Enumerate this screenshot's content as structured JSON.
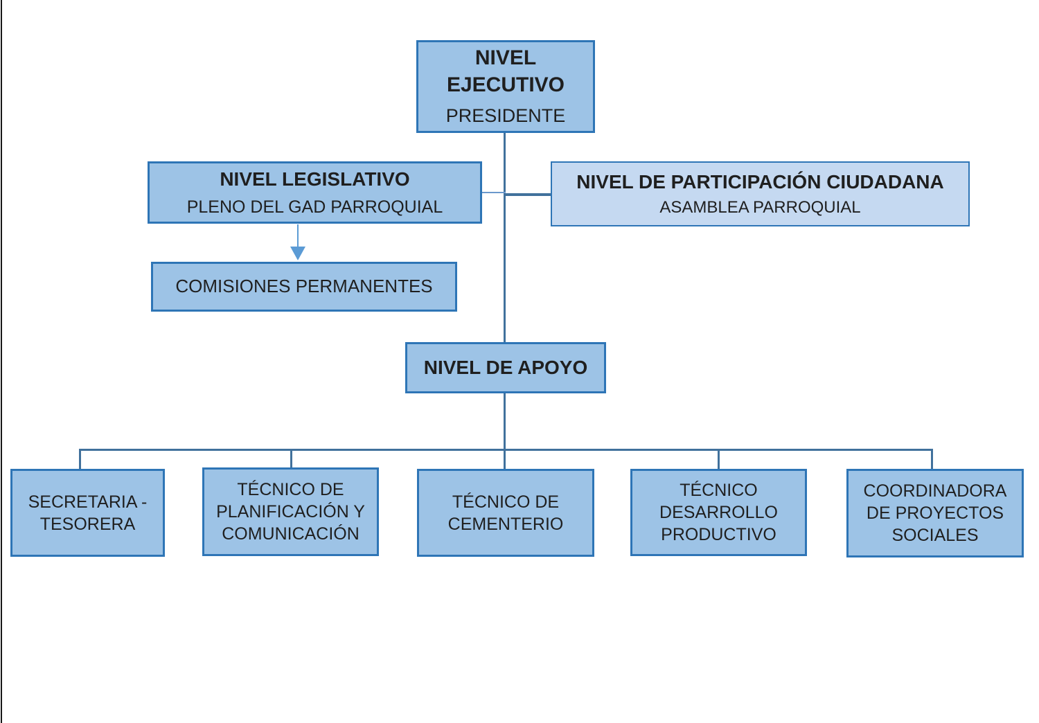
{
  "colors": {
    "box_fill": "#9DC3E6",
    "box_fill_light": "#C5D9F1",
    "box_border": "#2E75B6",
    "connector": "#41719C",
    "connector_light": "#6A98CC",
    "arrow": "#5B9BD5",
    "text": "#1F1F1F",
    "page_bg": "#FFFFFF",
    "page_edge": "#161616"
  },
  "chart_data": {
    "type": "org-chart",
    "edges": [
      [
        "NIVEL EJECUTIVO",
        "NIVEL LEGISLATIVO"
      ],
      [
        "NIVEL EJECUTIVO",
        "NIVEL DE PARTICIPACIÓN CIUDADANA"
      ],
      [
        "NIVEL LEGISLATIVO",
        "COMISIONES PERMANENTES"
      ],
      [
        "NIVEL EJECUTIVO",
        "NIVEL DE APOYO"
      ],
      [
        "NIVEL DE APOYO",
        "SECRETARIA - TESORERA"
      ],
      [
        "NIVEL DE APOYO",
        "TÉCNICO DE PLANIFICACIÓN Y COMUNICACIÓN"
      ],
      [
        "NIVEL DE APOYO",
        "TÉCNICO DE CEMENTERIO"
      ],
      [
        "NIVEL DE APOYO",
        "TÉCNICO DESARROLLO PRODUCTIVO"
      ],
      [
        "NIVEL DE APOYO",
        "COORDINADORA DE PROYECTOS SOCIALES"
      ]
    ]
  },
  "nodes": {
    "ejecutivo": {
      "title": "NIVEL\nEJECUTIVO",
      "subtitle": "PRESIDENTE"
    },
    "legislativo": {
      "title": "NIVEL LEGISLATIVO",
      "subtitle": "PLENO DEL GAD PARROQUIAL"
    },
    "participacion": {
      "title": "NIVEL DE PARTICIPACIÓN CIUDADANA",
      "subtitle": "ASAMBLEA PARROQUIAL"
    },
    "comisiones": {
      "title": "COMISIONES PERMANENTES"
    },
    "apoyo": {
      "title": "NIVEL DE APOYO"
    },
    "secretaria": {
      "title": "SECRETARIA -\nTESORERA"
    },
    "planificacion": {
      "title": "TÉCNICO DE\nPLANIFICACIÓN Y\nCOMUNICACIÓN"
    },
    "cementerio": {
      "title": "TÉCNICO DE\nCEMENTERIO"
    },
    "desarrollo": {
      "title": "TÉCNICO\nDESARROLLO\nPRODUCTIVO"
    },
    "coordinadora": {
      "title": "COORDINADORA\nDE PROYECTOS\nSOCIALES"
    }
  }
}
